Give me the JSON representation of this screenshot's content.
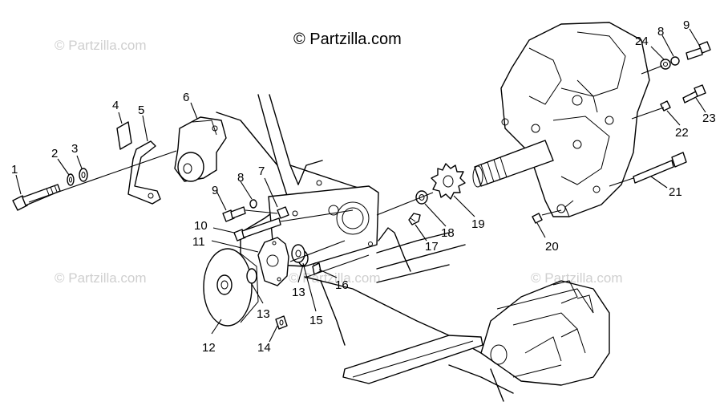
{
  "copyright": "© Partzilla.com",
  "watermark_text": "© Partzilla.com",
  "callouts": [
    {
      "id": "c1",
      "text": "1"
    },
    {
      "id": "c2",
      "text": "2"
    },
    {
      "id": "c3",
      "text": "3"
    },
    {
      "id": "c4",
      "text": "4"
    },
    {
      "id": "c5",
      "text": "5"
    },
    {
      "id": "c6",
      "text": "6"
    },
    {
      "id": "c7",
      "text": "7"
    },
    {
      "id": "c8a",
      "text": "8"
    },
    {
      "id": "c9a",
      "text": "9"
    },
    {
      "id": "c10",
      "text": "10"
    },
    {
      "id": "c11",
      "text": "11"
    },
    {
      "id": "c12",
      "text": "12"
    },
    {
      "id": "c13a",
      "text": "13"
    },
    {
      "id": "c13b",
      "text": "13"
    },
    {
      "id": "c14",
      "text": "14"
    },
    {
      "id": "c15",
      "text": "15"
    },
    {
      "id": "c16",
      "text": "16"
    },
    {
      "id": "c17",
      "text": "17"
    },
    {
      "id": "c18",
      "text": "18"
    },
    {
      "id": "c19",
      "text": "19"
    },
    {
      "id": "c20",
      "text": "20"
    },
    {
      "id": "c21",
      "text": "21"
    },
    {
      "id": "c22",
      "text": "22"
    },
    {
      "id": "c23",
      "text": "23"
    },
    {
      "id": "c24",
      "text": "24"
    },
    {
      "id": "c8b",
      "text": "8"
    },
    {
      "id": "c9b",
      "text": "9"
    }
  ]
}
